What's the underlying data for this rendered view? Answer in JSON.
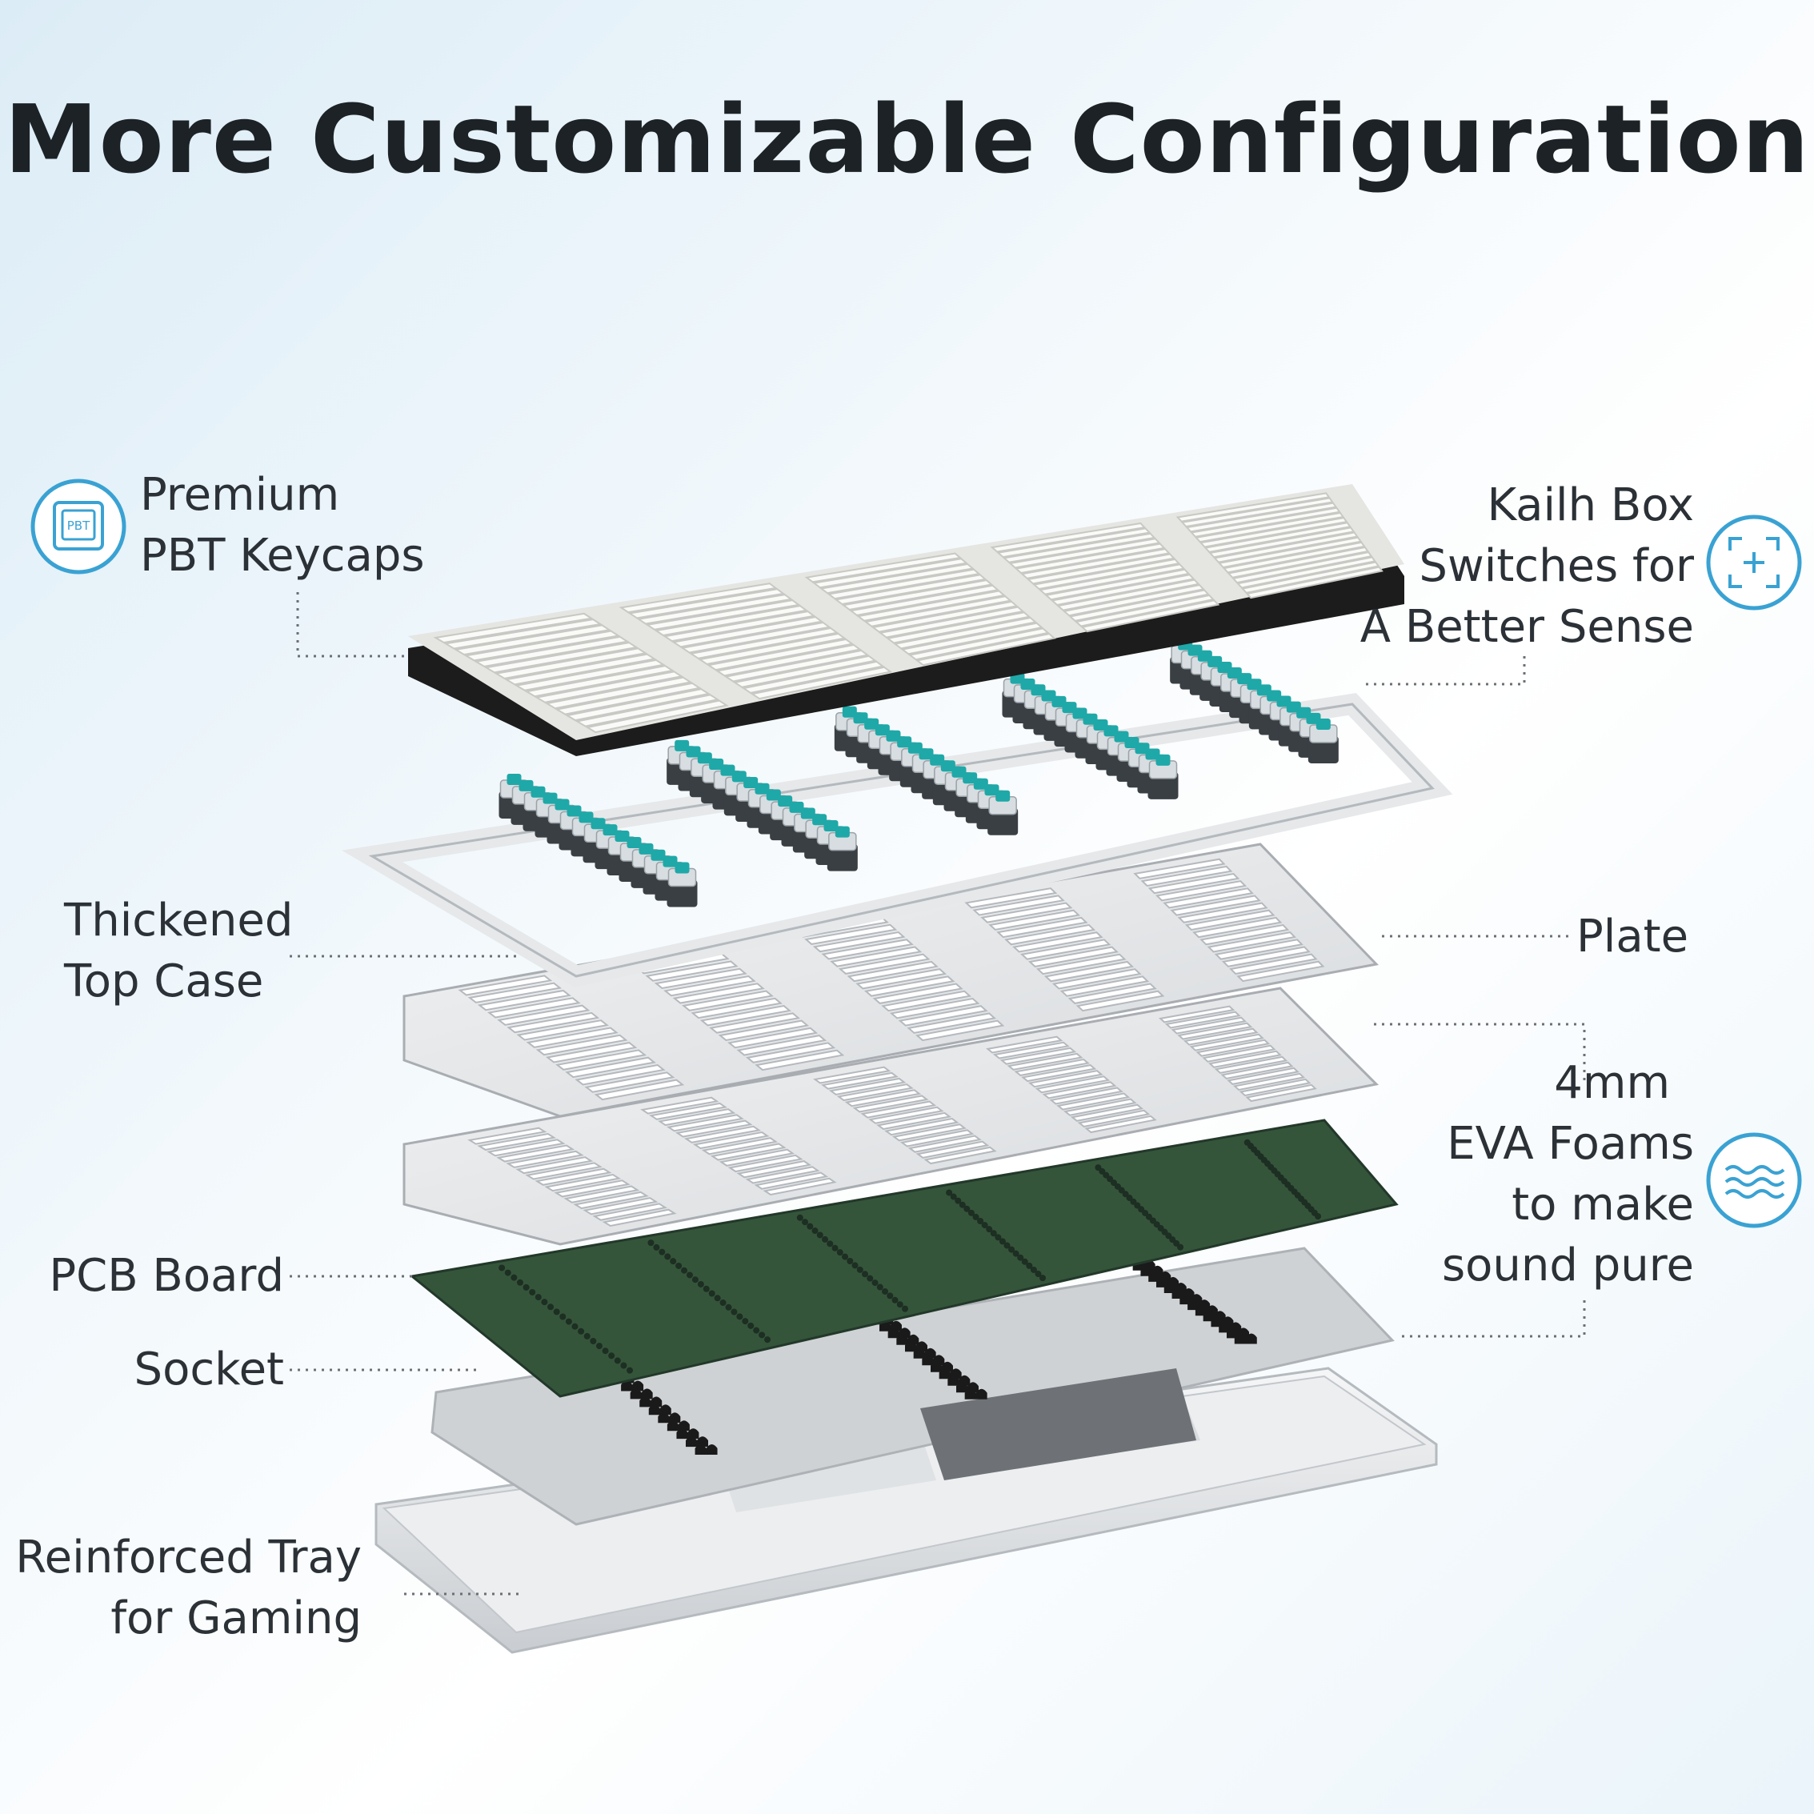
{
  "title": "More Customizable Configuration",
  "labels": {
    "keycaps": [
      "Premium",
      "PBT Keycaps"
    ],
    "switches": [
      "Kailh Box",
      "Switches for",
      "A Better Sense"
    ],
    "top_case": [
      "Thickened",
      "Top Case"
    ],
    "plate": "Plate",
    "foam": [
      "4mm",
      "EVA Foams",
      "to make",
      "sound pure"
    ],
    "pcb": "PCB Board",
    "socket": "Socket",
    "tray": [
      "Reinforced Tray",
      "for Gaming"
    ]
  },
  "icons": {
    "keycaps_icon_text": "PBT"
  },
  "colors": {
    "accent": "#2f9fd3",
    "switch_stem": "#1fa8a8",
    "pcb": "#35553a",
    "keycap": "#f3f3f1",
    "keycap_base": "#1c1c1c"
  }
}
